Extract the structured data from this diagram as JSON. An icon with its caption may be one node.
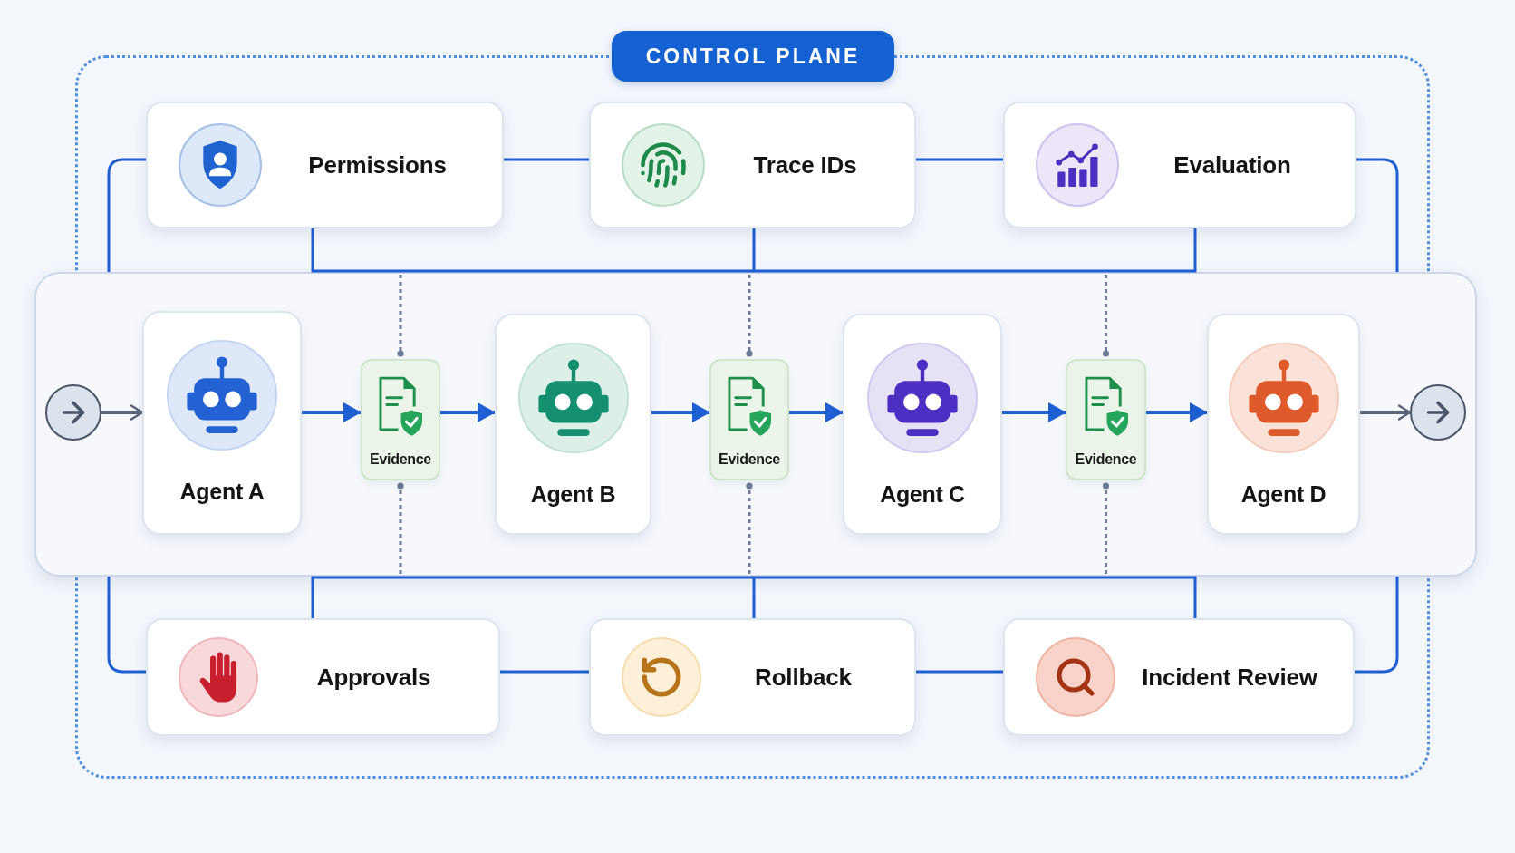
{
  "diagram": {
    "nodes": [
      {
        "text": [
          "CONTROL PLANE"
        ]
      },
      {
        "text": [
          "Permissions"
        ],
        "in": 0
      },
      {
        "text": [
          "Trace IDs"
        ],
        "in": 0
      },
      {
        "text": [
          "Evaluation"
        ],
        "in": 0
      },
      {
        "text": [],
        "shape": "box"
      },
      {
        "text": [],
        "shape": "circle",
        "in": 4
      },
      {
        "text": [
          "Agent A"
        ],
        "in": 4
      },
      {
        "text": [
          "Evidence"
        ],
        "in": 4
      },
      {
        "text": [
          "Agent B"
        ],
        "in": 4
      },
      {
        "text": [
          "Evidence"
        ],
        "in": 4
      },
      {
        "text": [
          "Agent C"
        ],
        "in": 4
      },
      {
        "text": [
          "Evidence"
        ],
        "in": 4
      },
      {
        "text": [
          "Agent D"
        ],
        "in": 4
      },
      {
        "text": [],
        "shape": "circle",
        "in": 4
      },
      {
        "text": [
          "Approvals"
        ],
        "in": 0
      },
      {
        "text": [
          "Rollback"
        ],
        "in": 0
      },
      {
        "text": [
          "Incident Review"
        ],
        "in": 0
      }
    ],
    "edges": [
      {
        "from": 5,
        "to": 6,
        "arrow": "to",
        "color": "#5a6478"
      },
      {
        "from": 6,
        "to": 7,
        "arrow": "to"
      },
      {
        "from": 7,
        "to": 8,
        "arrow": "to"
      },
      {
        "from": 8,
        "to": 9,
        "arrow": "to"
      },
      {
        "from": 9,
        "to": 10,
        "arrow": "to"
      },
      {
        "from": 10,
        "to": 11,
        "arrow": "to"
      },
      {
        "from": 11,
        "to": 12,
        "arrow": "to"
      },
      {
        "from": 12,
        "to": 13,
        "arrow": "to",
        "color": "#5a6478"
      },
      {
        "from": 1,
        "to": 2,
        "arrow": "none"
      },
      {
        "from": 2,
        "to": 3,
        "arrow": "none"
      },
      {
        "from": 1,
        "to": 4,
        "arrow": "none"
      },
      {
        "from": 1,
        "to": 4,
        "arrow": "none"
      },
      {
        "from": 2,
        "to": 4,
        "arrow": "none"
      },
      {
        "from": 3,
        "to": 4,
        "arrow": "none"
      },
      {
        "from": 3,
        "to": 4,
        "arrow": "none"
      },
      {
        "from": 4,
        "to": 7,
        "arrow": "other",
        "style": "dashed",
        "color": "#6b7b98"
      },
      {
        "from": 4,
        "to": 9,
        "arrow": "other",
        "style": "dashed",
        "color": "#6b7b98"
      },
      {
        "from": 4,
        "to": 11,
        "arrow": "other",
        "style": "dashed",
        "color": "#6b7b98"
      },
      {
        "from": 4,
        "to": 7,
        "arrow": "other",
        "style": "dashed",
        "color": "#6b7b98"
      },
      {
        "from": 4,
        "to": 9,
        "arrow": "other",
        "style": "dashed",
        "color": "#6b7b98"
      },
      {
        "from": 4,
        "to": 11,
        "arrow": "other",
        "style": "dashed",
        "color": "#6b7b98"
      },
      {
        "from": 14,
        "to": 15,
        "arrow": "none"
      },
      {
        "from": 15,
        "to": 16,
        "arrow": "none"
      },
      {
        "from": 14,
        "to": 4,
        "arrow": "none"
      },
      {
        "from": 14,
        "to": 4,
        "arrow": "none"
      },
      {
        "from": 15,
        "to": 4,
        "arrow": "none"
      },
      {
        "from": 16,
        "to": 4,
        "arrow": "none"
      },
      {
        "from": 16,
        "to": 4,
        "arrow": "none"
      }
    ]
  }
}
